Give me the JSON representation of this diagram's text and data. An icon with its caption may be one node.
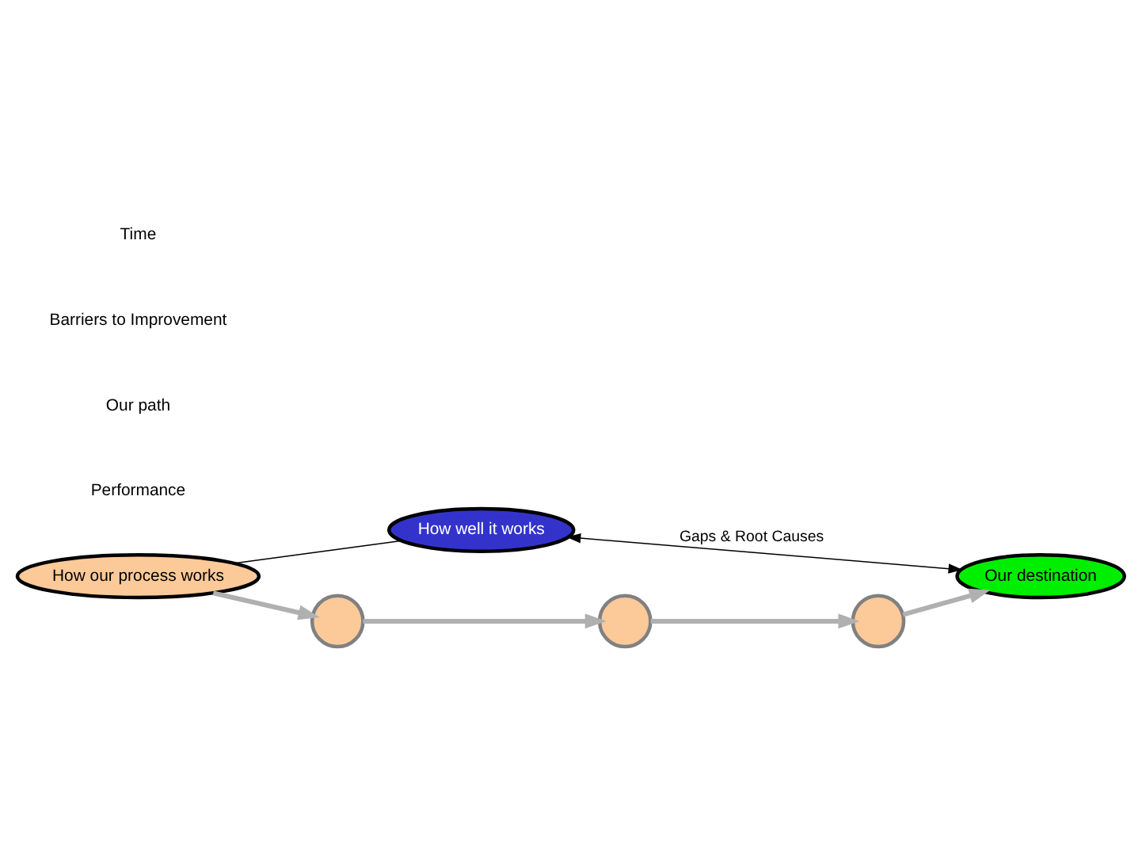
{
  "diagram": {
    "nodes": [
      {
        "text": [
          "How well it works"
        ]
      },
      {
        "text": [
          "How our process works"
        ]
      },
      {
        "text": [],
        "shape": "circle"
      },
      {
        "text": [],
        "shape": "circle"
      },
      {
        "text": [],
        "shape": "circle"
      },
      {
        "text": [
          "Our destination"
        ]
      }
    ],
    "edges": [
      {
        "from": 1,
        "to": 0,
        "arrow": "none",
        "color": "#000000"
      },
      {
        "from": 0,
        "to": 5,
        "arrow": "both",
        "label": "Gaps & Root Causes",
        "color": "#000000"
      },
      {
        "from": 1,
        "to": 2,
        "arrow": "to"
      },
      {
        "from": 2,
        "to": 3,
        "arrow": "to"
      },
      {
        "from": 3,
        "to": 4,
        "arrow": "to"
      },
      {
        "from": 4,
        "to": 5,
        "arrow": "to"
      }
    ],
    "labels": [
      "Performance",
      "Our path",
      "Barriers to Improvement",
      "Time"
    ]
  }
}
